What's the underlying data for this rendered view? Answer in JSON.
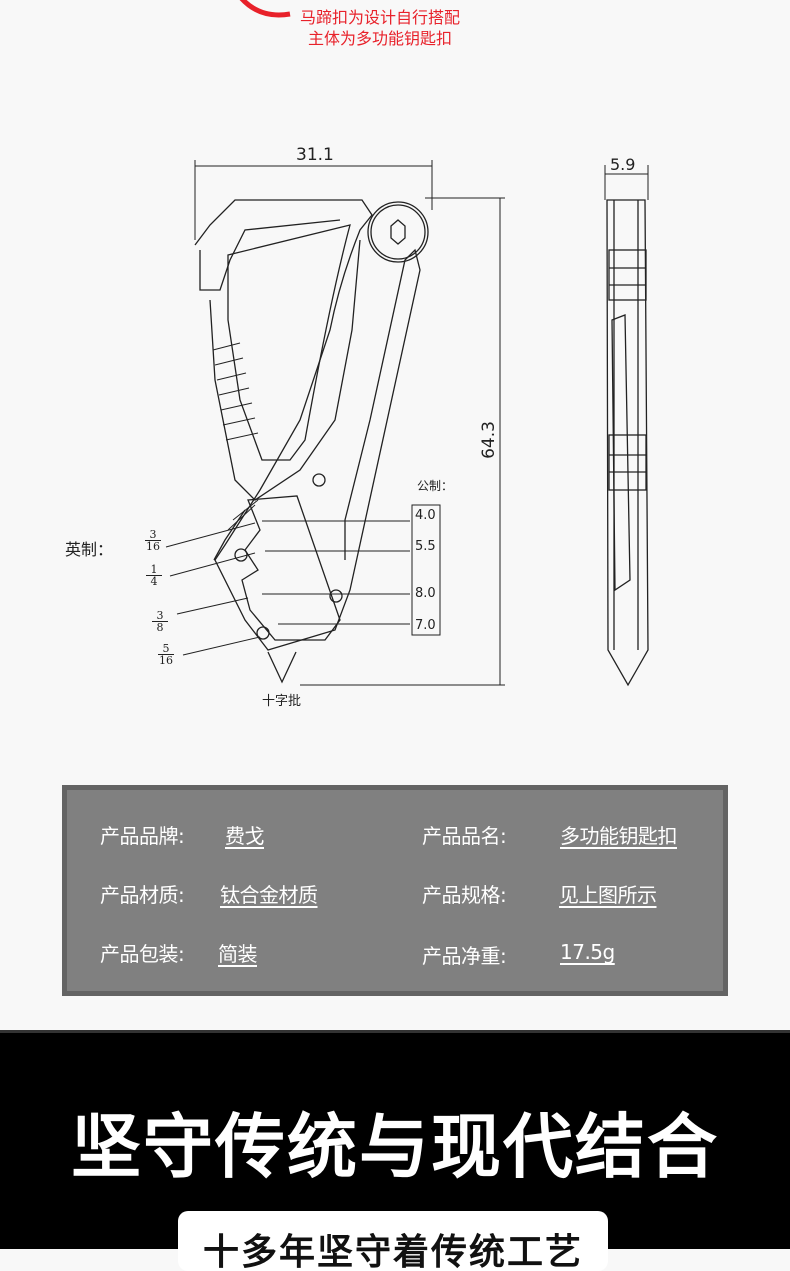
{
  "annotation": {
    "line1": "马蹄扣为设计自行搭配",
    "line2": "主体为多功能钥匙扣"
  },
  "dimensions": {
    "width": "31.1",
    "thickness": "5.9",
    "height": "64.3"
  },
  "metric": {
    "label": "公制：",
    "values": [
      "4.0",
      "5.5",
      "8.0",
      "7.0"
    ]
  },
  "imperial": {
    "label": "英制：",
    "values": [
      {
        "n": "3",
        "d": "16"
      },
      {
        "n": "1",
        "d": "4"
      },
      {
        "n": "3",
        "d": "8"
      },
      {
        "n": "5",
        "d": "16"
      }
    ]
  },
  "screwdriver_label": "十字批",
  "specs": [
    {
      "label": "产品品牌:",
      "value": "费戈"
    },
    {
      "label": "产品品名:",
      "value": "多功能钥匙扣"
    },
    {
      "label": "产品材质:",
      "value": "钛合金材质"
    },
    {
      "label": "产品规格:",
      "value": "见上图所示"
    },
    {
      "label": "产品包装:",
      "value": "简装"
    },
    {
      "label": "产品净重:",
      "value": "17.5g"
    }
  ],
  "banner": {
    "headline": "坚守传统与现代结合",
    "subheadline": "十多年坚守着传统工艺"
  },
  "colors": {
    "accent_red": "#e8212a",
    "spec_bg": "#808080",
    "banner_bg": "#000000"
  }
}
